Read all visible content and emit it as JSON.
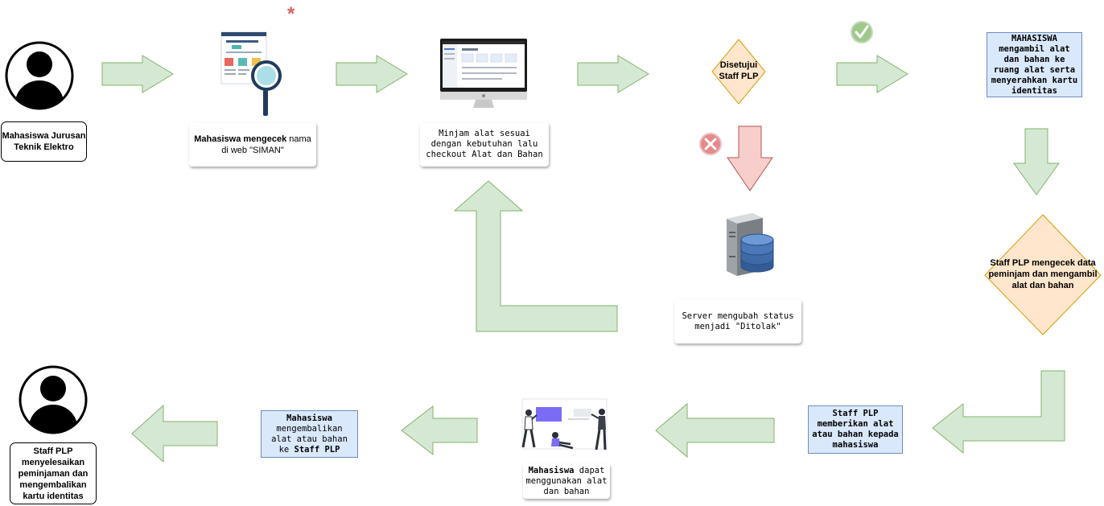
{
  "actors": {
    "start_label": "Mahasiswa Jurusan Teknik Elektro",
    "end_label": "Staff PLP menyelesaikan peminjaman dan mengembalikan kartu identitas"
  },
  "steps": {
    "check_web_bold": "Mahasiswa mengecek",
    "check_web_rest": " nama di web \"SIMAN\"",
    "checkout": "Minjam alat sesuai dengan kebutuhan lalu checkout Alat dan Bahan",
    "approval": "Disetujui Staff PLP",
    "take_items": "MAHASISWA mengambil alat dan bahan ke ruang alat serta menyerahkan kartu identitas",
    "server_reject": "Server mengubah status menjadi \"Ditolak\"",
    "staff_check": "Staff PLP mengecek data peminjam dan mengambil alat dan bahan",
    "staff_give": "Staff PLP memberikan alat atau bahan kepada mahasiswa",
    "use_items_bold": "Mahasiswa",
    "use_items_rest": " dapat menggunakan alat dan bahan",
    "return_bold1": "Mahasiswa",
    "return_mid": " mengembalikan alat atau bahan ke ",
    "return_bold2": "Staff PLP"
  },
  "markers": {
    "star": "*",
    "approved_icon": "check-circle-icon",
    "rejected_icon": "x-circle-icon"
  },
  "colors": {
    "arrow_green_fill": "#d5e8d4",
    "arrow_green_stroke": "#82b366",
    "arrow_red_fill": "#f8cecc",
    "arrow_red_stroke": "#b85450",
    "diamond_fill": "#ffe6cc",
    "diamond_stroke": "#d79b00",
    "blue_fill": "#dae8fc",
    "blue_stroke": "#6c8ebf"
  }
}
